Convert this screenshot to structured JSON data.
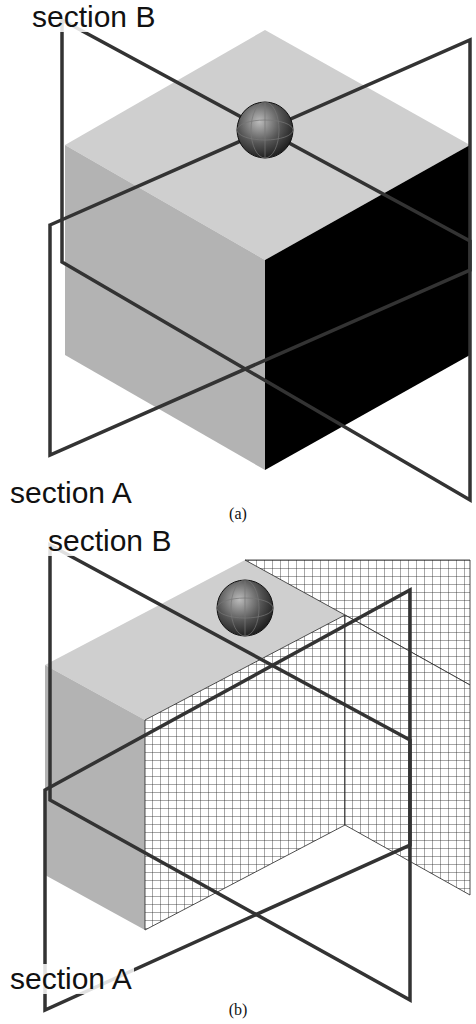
{
  "diagram": {
    "labels": [
      "section B",
      "section A",
      "(a)",
      "section B",
      "section A",
      "(b)"
    ]
  }
}
